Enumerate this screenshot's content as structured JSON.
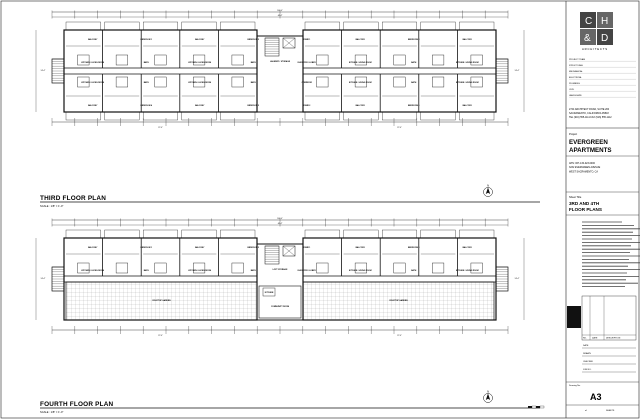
{
  "plans": [
    {
      "key": "third",
      "title": "THIRD FLOOR PLAN",
      "scale": "SCALE : 1/8\" = 1'-0\"",
      "overall_dim": "166'-0\"",
      "center_dim": "46'-4\"",
      "left_dim": "54'-4\"",
      "right_dim": "54'-4\"",
      "rooms_top": [
        "BALCONY",
        "BEDROOM 1",
        "BALCONY",
        "BEDROOM 2",
        "STAIR 1",
        "BALCONY",
        "BEDROOM 3",
        "BALCONY"
      ],
      "rooms_mid_top": [
        "KITCHEN / LIVING ROOM",
        "BATH",
        "KITCHEN / LIVING ROOM",
        "BATH",
        "ELEVATOR / LOBBY",
        "KITCHEN / LIVING ROOM",
        "BATH",
        "KITCHEN / LIVING ROOM"
      ],
      "rooms_mid_bot": [
        "KITCHEN / LIVING ROOM",
        "BATH",
        "KITCHEN / LIVING ROOM",
        "BATH",
        "CORRIDOR",
        "KITCHEN / LIVING ROOM",
        "BATH",
        "KITCHEN / LIVING ROOM"
      ],
      "rooms_bot": [
        "BALCONY",
        "BEDROOM 4",
        "BALCONY",
        "BEDROOM 5",
        "STAIR 2",
        "BALCONY",
        "BEDROOM 6",
        "BALCONY"
      ],
      "core_label": "LAUNDRY / STORAGE",
      "wing_note": "27'-0\""
    },
    {
      "key": "fourth",
      "title": "FOURTH FLOOR PLAN",
      "scale": "SCALE : 1/8\" = 1'-0\"",
      "overall_dim": "166'-0\"",
      "center_dim": "46'-4\"",
      "left_dim": "54'-4\"",
      "right_dim": "54'-4\"",
      "rooms_top": [
        "BALCONY",
        "BEDROOM 1",
        "BALCONY",
        "BEDROOM 2",
        "STAIR 1",
        "BALCONY",
        "BEDROOM 3",
        "BALCONY"
      ],
      "rooms_mid_top": [
        "KITCHEN / LIVING ROOM",
        "BATH",
        "KITCHEN / LIVING ROOM",
        "BATH",
        "ELEVATOR / LOBBY",
        "KITCHEN / LIVING ROOM",
        "BATH",
        "KITCHEN / LIVING ROOM"
      ],
      "rooms_bot": [
        "ROOFTOP GARDEN",
        "COMMUNITY ROOM",
        "KITCHEN",
        "ROOFTOP GARDEN"
      ],
      "core_label": "LOFT STORAGE",
      "wing_note": "27'-0\""
    }
  ],
  "titleblock": {
    "logo_letters": [
      "C",
      "H",
      "&",
      "D"
    ],
    "logo_caption": "ARCHITECTS",
    "consultants": [
      "PROJECT TEAM",
      "STRUCTURAL",
      "MECHANICAL",
      "ELECTRICAL",
      "PLUMBING",
      "CIVIL",
      "LANDSCAPE"
    ],
    "firm_address": [
      "2744 ARCHITECT ROAD, SUITE 200",
      "SACRAMENTO, CALIFORNIA 95818",
      "TEL (916) 555-1111 FAX (916) 555-1112"
    ],
    "project_label": "Project",
    "project_name_1": "EVERGREEN",
    "project_name_2": "APARTMENTS",
    "project_info": [
      "APN: 067-130-023-0000",
      "3232 EVERGREEN AVENUE",
      "WEST SACRAMENTO, CA"
    ],
    "sheet_label": "Sheet Title",
    "sheet_title_1": "3RD AND 4TH",
    "sheet_title_2": "FLOOR PLANS",
    "revisions_headers": [
      "NO.",
      "DATE",
      "DESCRIPTION"
    ],
    "drawn_labels": [
      "DATE",
      "DRAWN",
      "CHECKED",
      "JOB NO."
    ],
    "sheet_number_label": "Drawing No.",
    "sheet_number": "A3",
    "footer_left": "of",
    "footer_right": "SHEETS"
  },
  "north_arrows": [
    "N",
    "N"
  ],
  "colors": {
    "ink": "#111111",
    "hatch": "#555555",
    "paper": "#ffffff",
    "grid": "#999999"
  }
}
